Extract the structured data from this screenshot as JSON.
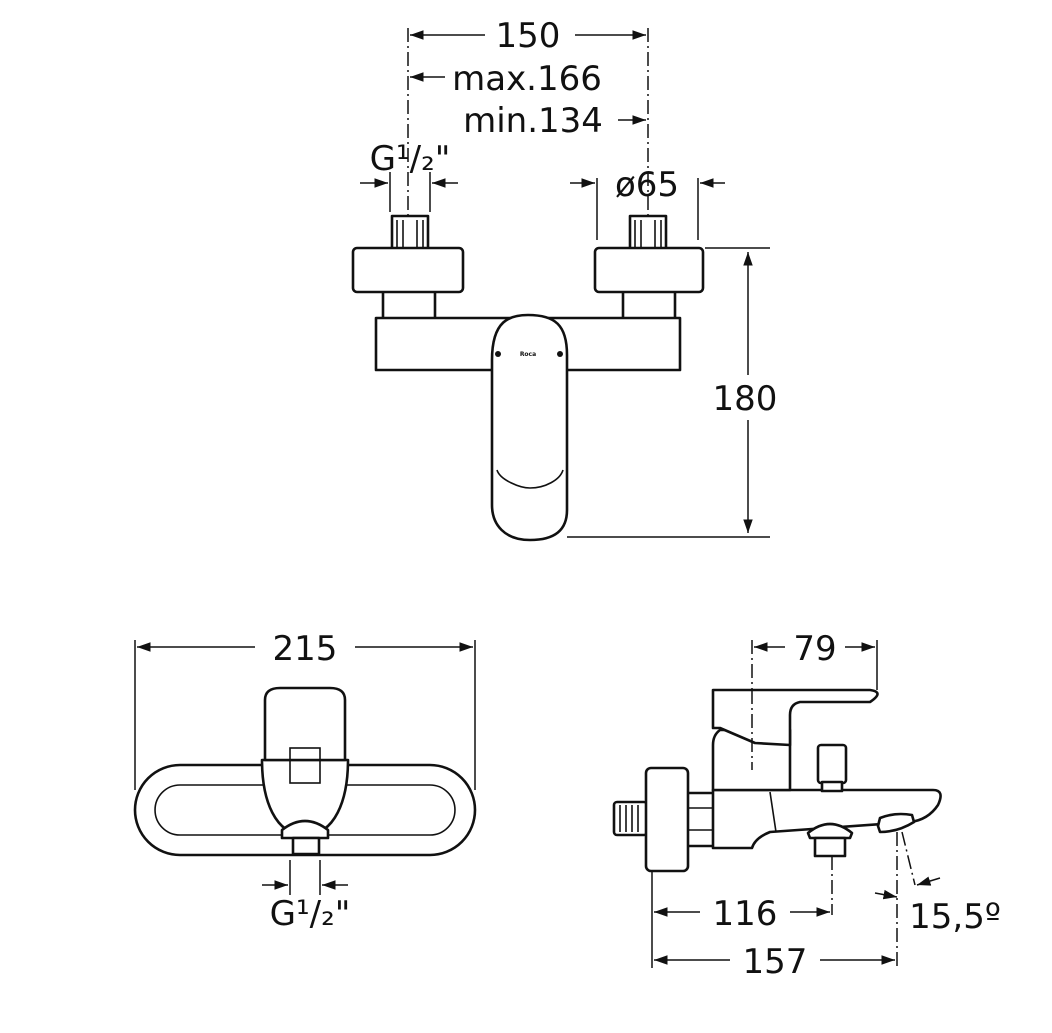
{
  "top_view": {
    "width_label": "150",
    "max_label": "max.166",
    "min_label": "min.134",
    "thread_label": "G¹/₂\"",
    "diameter_label": "ø65",
    "height_label": "180",
    "logo": "Roca"
  },
  "front_view": {
    "width_label": "215",
    "thread_label": "G¹/₂\""
  },
  "side_view": {
    "handle_label": "79",
    "outlet_label": "116",
    "depth_label": "157",
    "angle_label": "15,5º"
  }
}
